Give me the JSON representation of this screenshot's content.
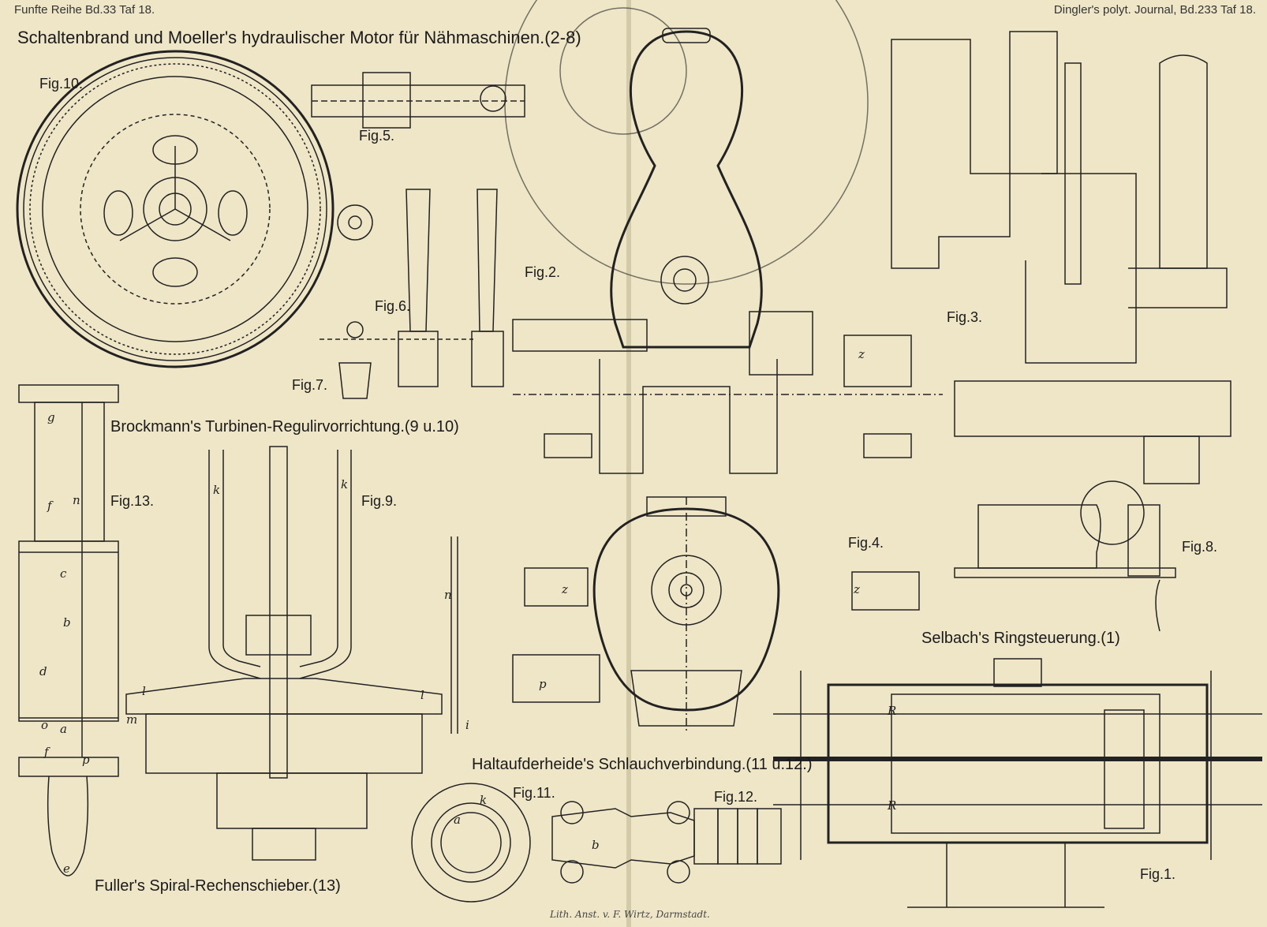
{
  "header": {
    "left": "Funfte Reihe Bd.33 Taf 18.",
    "right": "Dingler's polyt. Journal, Bd.233 Taf 18."
  },
  "titles": {
    "main": "Schaltenbrand und Moeller's hydraulischer Motor für Nähmaschinen.",
    "main_ref": "(2-8)",
    "brockmann": "Brockmann's Turbinen-Regulirvorrichtung.",
    "brockmann_ref": "(9 u.10)",
    "selbach": "Selbach's Ringsteuerung.",
    "selbach_ref": "(1)",
    "haltaufderheide": "Haltaufderheide's Schlauchverbindung.",
    "haltaufderheide_ref": "(11 u.12.)",
    "fuller": "Fuller's Spiral-Rechenschieber.",
    "fuller_ref": "(13)"
  },
  "figures": {
    "fig1": "Fig.1.",
    "fig2": "Fig.2.",
    "fig3": "Fig.3.",
    "fig4": "Fig.4.",
    "fig5": "Fig.5.",
    "fig6": "Fig.6.",
    "fig7": "Fig.7.",
    "fig8": "Fig.8.",
    "fig9": "Fig.9.",
    "fig10": "Fig.10.",
    "fig11": "Fig.11.",
    "fig12": "Fig.12.",
    "fig13": "Fig.13."
  },
  "letters": {
    "g": "g",
    "f": "f",
    "n": "n",
    "c": "c",
    "b": "b",
    "d": "d",
    "o": "o",
    "a": "a",
    "p": "p",
    "e": "e",
    "k": "k",
    "l": "l",
    "m": "m",
    "i": "i",
    "z": "z",
    "R": "R"
  },
  "imprint": "Lith. Anst. v. F. Wirtz, Darmstadt.",
  "colors": {
    "paper": "#efe6c8",
    "ink": "#1a1a1a"
  }
}
